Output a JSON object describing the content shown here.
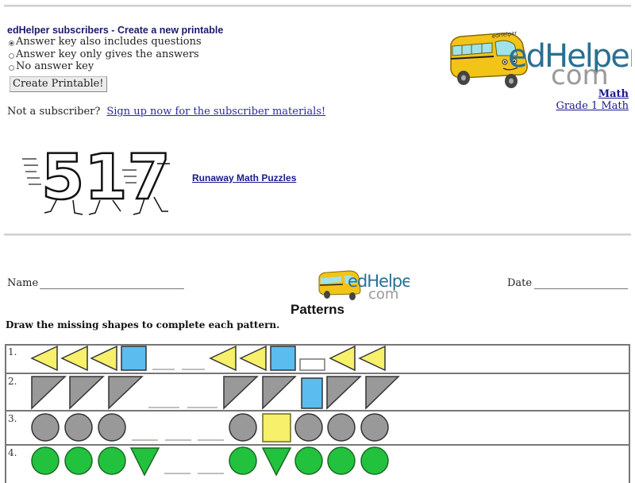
{
  "subscriber_form": {
    "title": "edHelper subscribers - Create a new printable",
    "options": [
      {
        "label": "Answer key also includes questions",
        "selected": true
      },
      {
        "label": "Answer key only gives the answers",
        "selected": false
      },
      {
        "label": "No answer key",
        "selected": false
      }
    ],
    "create_button": "Create Printable!"
  },
  "not_subscriber": {
    "text": "Not a subscriber?",
    "link": "Sign up now for the subscriber materials!"
  },
  "logo": {
    "brand": "edHelper.",
    "suffix": "com",
    "bus_label": "edHelper",
    "brand_color": "#2b6f92",
    "suffix_color": "#9a9a9a"
  },
  "breadcrumb": {
    "subject": "Math",
    "grade": "Grade 1 Math"
  },
  "promo": {
    "image_icon": "running-numbers-517-illustration",
    "image_text": "517",
    "link": "Runaway Math Puzzles"
  },
  "worksheet": {
    "name_label": "Name",
    "date_label": "Date",
    "logo_brand": "edHelper.",
    "logo_suffix": "com",
    "title": "Patterns",
    "instructions": "Draw the missing shapes to complete each pattern.",
    "colors": {
      "yellow": "#f6f06a",
      "blue": "#5bbcf0",
      "gray": "#999999",
      "green": "#22c23e",
      "outline": "#333333"
    },
    "rows": [
      {
        "number": "1.",
        "pattern": [
          "left-triangle-yellow",
          "left-triangle-yellow",
          "left-triangle-yellow",
          "square-blue",
          "blank",
          "blank",
          "left-triangle-yellow",
          "left-triangle-yellow",
          "square-blue",
          "small-rect-white",
          "left-triangle-yellow",
          "left-triangle-yellow"
        ]
      },
      {
        "number": "2.",
        "pattern": [
          "right-triangle-gray",
          "right-triangle-gray",
          "right-triangle-gray",
          "blank",
          "blank",
          "right-triangle-gray",
          "right-triangle-gray",
          "tall-rect-blue",
          "right-triangle-gray",
          "right-triangle-gray"
        ]
      },
      {
        "number": "3.",
        "pattern": [
          "circle-gray",
          "circle-gray",
          "circle-gray",
          "blank",
          "blank",
          "blank",
          "circle-gray",
          "square-yellow",
          "circle-gray",
          "circle-gray",
          "circle-gray"
        ]
      },
      {
        "number": "4.",
        "pattern": [
          "circle-green",
          "circle-green",
          "circle-green",
          "down-triangle-green",
          "blank",
          "blank",
          "circle-green",
          "down-triangle-green",
          "circle-green",
          "circle-green",
          "circle-green"
        ]
      }
    ]
  }
}
